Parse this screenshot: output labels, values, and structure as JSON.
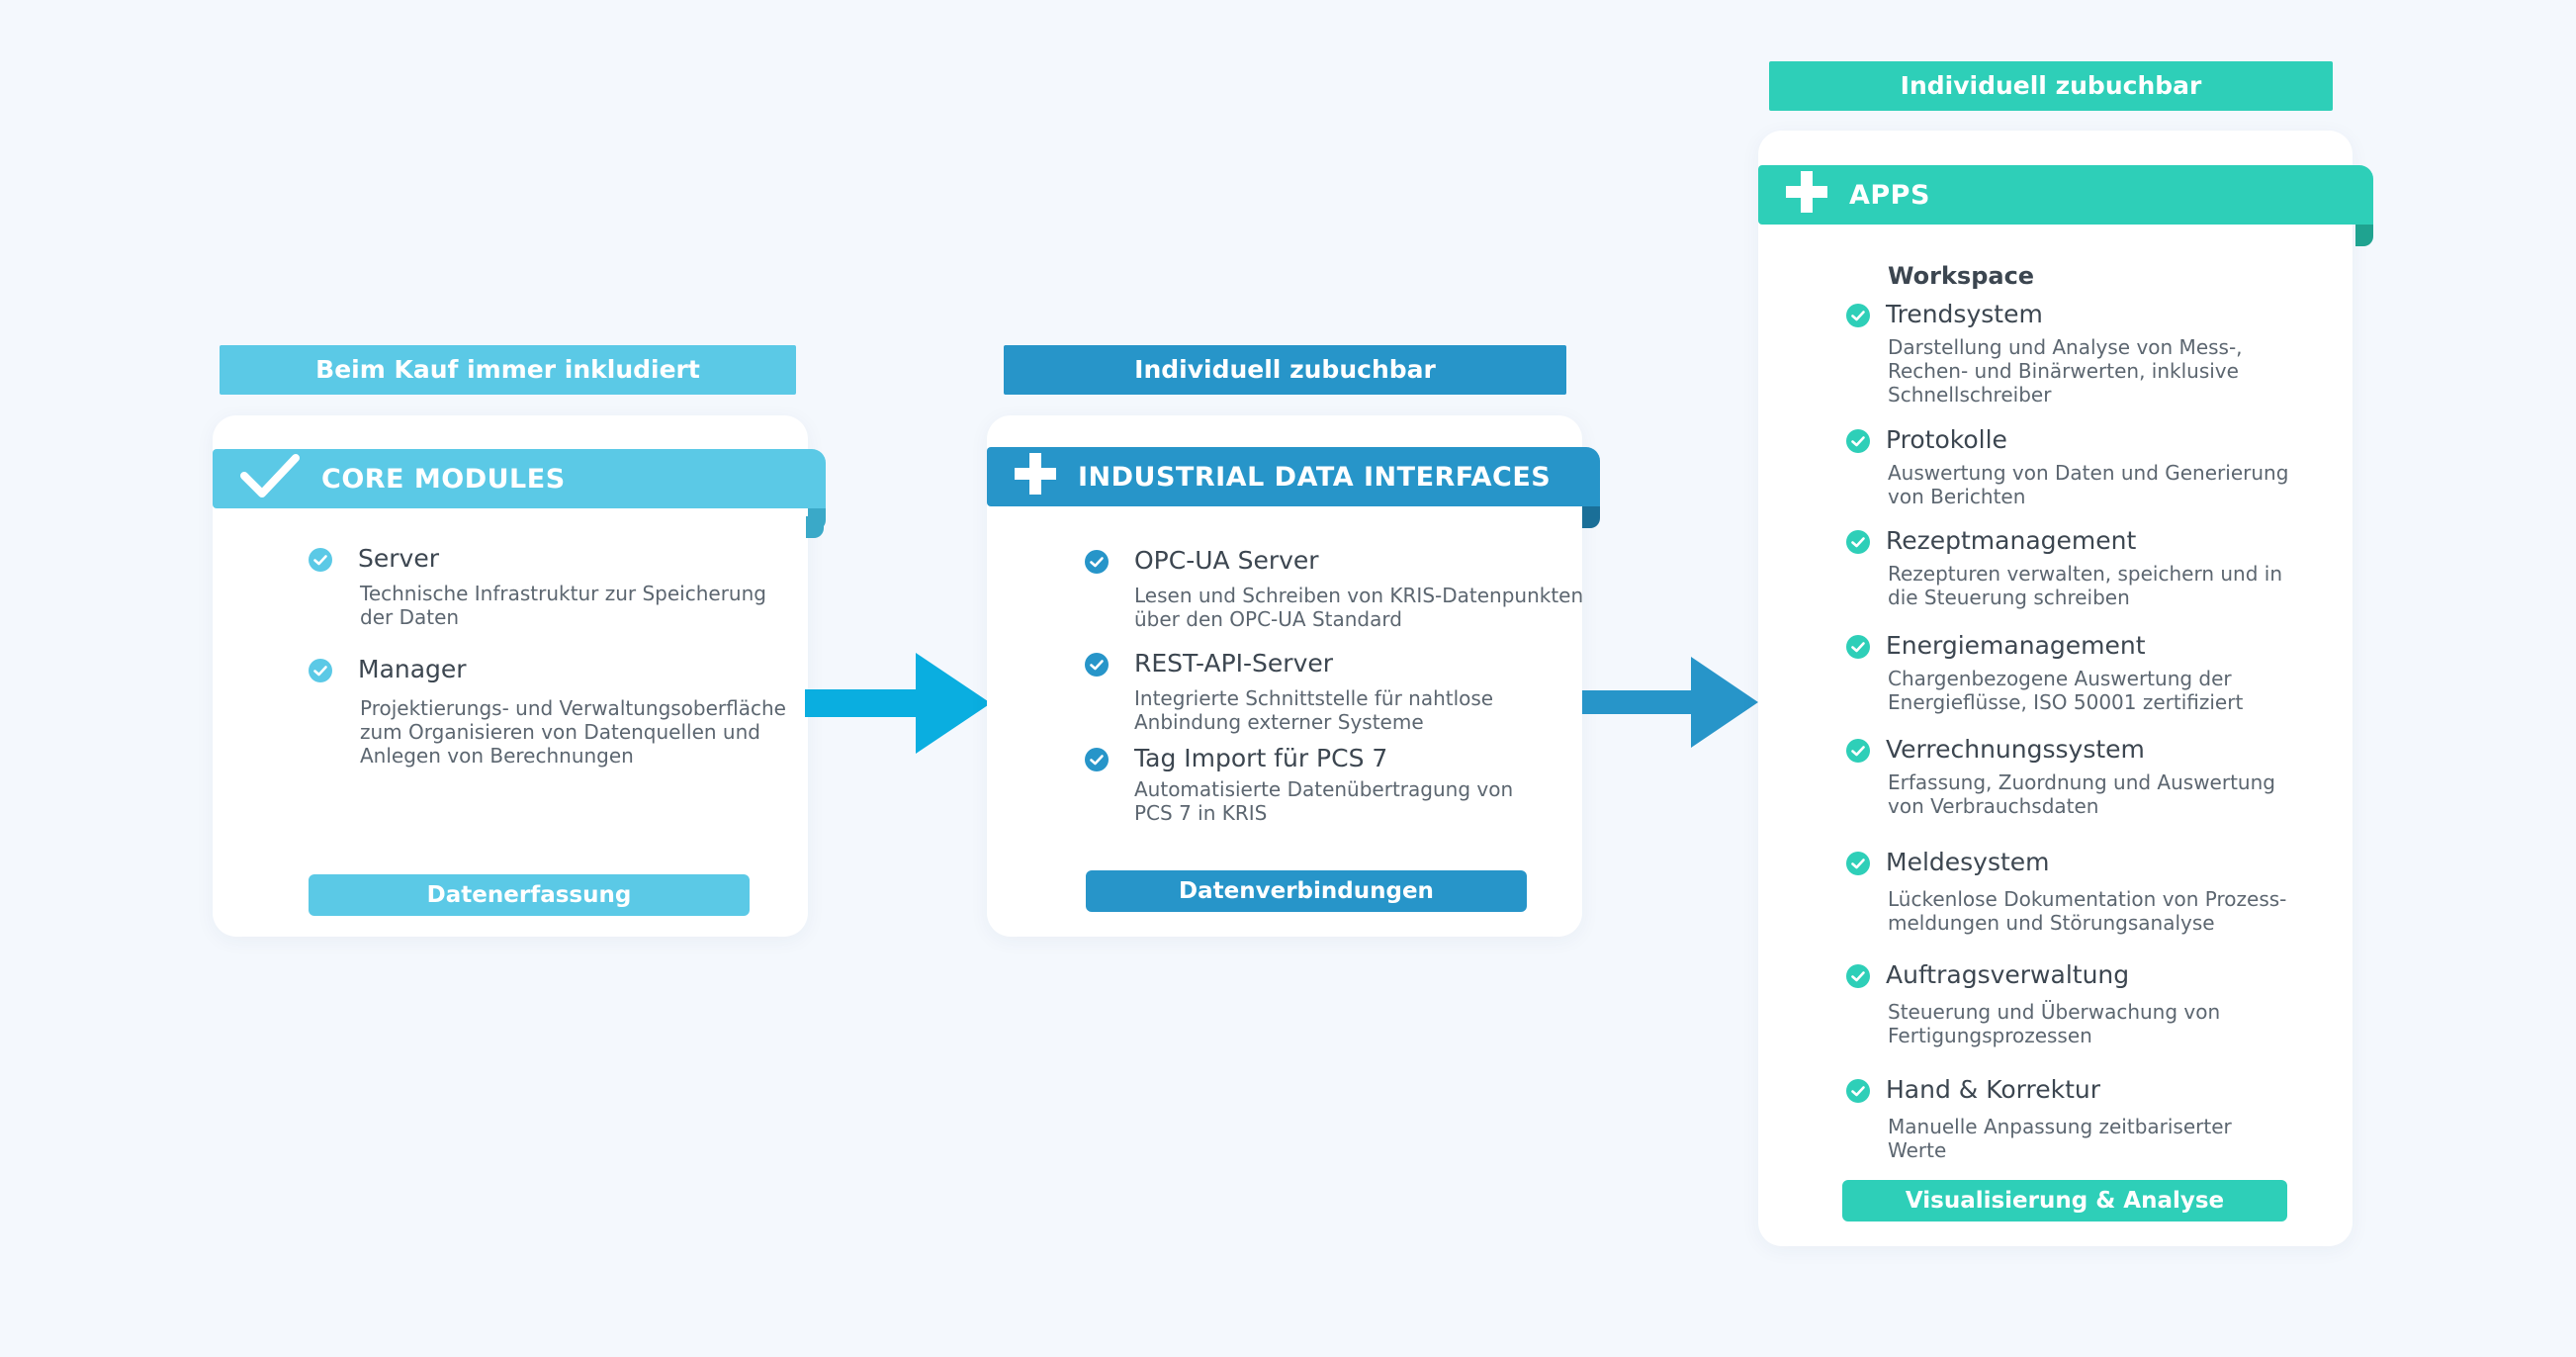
{
  "colors": {
    "light_blue": "#5bc9e6",
    "mid_blue": "#2795c9",
    "teal": "#2ecfb8",
    "arrow1": "#0aaee0",
    "arrow2": "#2795c9"
  },
  "col1": {
    "tag": "Beim Kauf immer inkludiert",
    "ribbon_icon": "check-icon",
    "ribbon": "CORE MODULES",
    "items": [
      {
        "title": "Server",
        "desc": "Technische Infrastruktur  zur Speicherung der Daten"
      },
      {
        "title": "Manager",
        "desc": "Projektierungs- und Verwaltungsoberfläche zum Organisieren von Datenquellen und Anlegen von Berechnungen"
      }
    ],
    "footer": "Datenerfassung"
  },
  "col2": {
    "tag": "Individuell zubuchbar",
    "ribbon_icon": "plus-icon",
    "ribbon": "INDUSTRIAL DATA INTERFACES",
    "items": [
      {
        "title": "OPC-UA Server",
        "desc": "Lesen und Schreiben von KRIS-Datenpunkten über den OPC-UA Standard"
      },
      {
        "title": "REST-API-Server",
        "desc": "Integrierte Schnittstelle für nahtlose Anbindung externer Systeme"
      },
      {
        "title": "Tag Import für PCS 7",
        "desc": "Automatisierte Datenübertragung von PCS 7 in KRIS"
      }
    ],
    "footer": "Datenverbindungen"
  },
  "col3": {
    "tag": "Individuell zubuchbar",
    "ribbon_icon": "plus-icon",
    "ribbon": "APPS",
    "section": "Workspace",
    "items": [
      {
        "title": "Trendsystem",
        "desc": "Darstellung und Analyse von Mess-, Rechen- und Binärwerten, inklusive Schnellschreiber"
      },
      {
        "title": "Protokolle",
        "desc": "Auswertung von Daten und Generierung von Berichten"
      },
      {
        "title": "Rezeptmanagement",
        "desc": "Rezepturen verwalten, speichern und in die Steuerung schreiben"
      },
      {
        "title": "Energiemanagement",
        "desc": "Chargenbezogene Auswertung der Energieflüsse, ISO 50001 zertifiziert"
      },
      {
        "title": "Verrechnungssystem",
        "desc": "Erfassung, Zuordnung und Auswertung von Verbrauchsdaten"
      },
      {
        "title": "Meldesystem",
        "desc": "Lückenlose Dokumentation von Prozess-meldungen und Störungsanalyse"
      },
      {
        "title": "Auftragsverwaltung",
        "desc": "Steuerung und Überwachung von Fertigungsprozessen"
      },
      {
        "title": "Hand & Korrektur",
        "desc": "Manuelle Anpassung zeitbariserter Werte"
      }
    ],
    "footer": "Visualisierung & Analyse"
  }
}
